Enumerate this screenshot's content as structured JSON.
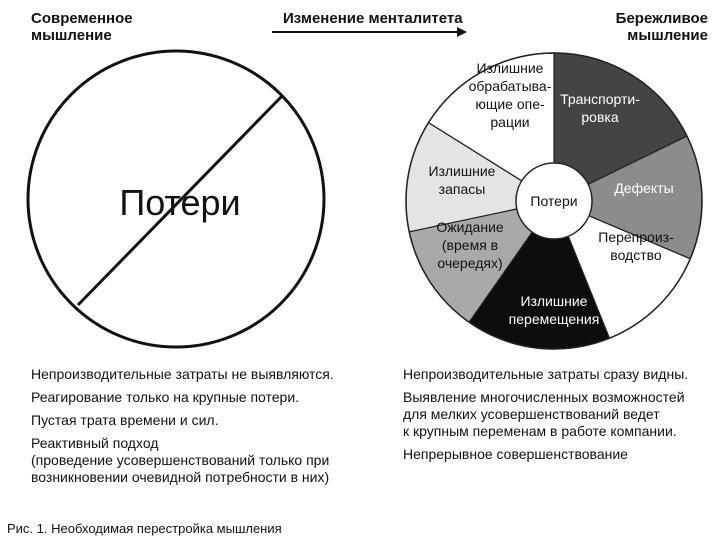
{
  "headers": {
    "left": [
      "Современное",
      "мышление"
    ],
    "center": "Изменение менталитета",
    "right": [
      "Бережливое",
      "мышление"
    ]
  },
  "left_circle_label": "Потери",
  "wheel": {
    "center_label": "Потери",
    "segments": [
      {
        "lines": [
          "Транспорти-",
          "ровка"
        ],
        "fill": "#444444",
        "text_color": "#ffffff"
      },
      {
        "lines": [
          "Дефекты"
        ],
        "fill": "#8c8c8c",
        "text_color": "#ffffff"
      },
      {
        "lines": [
          "Перепроиз-",
          "водство"
        ],
        "fill": "#ffffff",
        "text_color": "#111111"
      },
      {
        "lines": [
          "Излишние",
          "перемещения"
        ],
        "fill": "#0d0d0d",
        "text_color": "#ffffff"
      },
      {
        "lines": [
          "Ожидание",
          "(время в",
          "очередях)"
        ],
        "fill": "#a9a9a9",
        "text_color": "#111111"
      },
      {
        "lines": [
          "Излишние",
          "запасы"
        ],
        "fill": "#e4e4e4",
        "text_color": "#111111"
      },
      {
        "lines": [
          "Излишние",
          "обрабатыва-",
          "ющие опе-",
          "рации"
        ],
        "fill": "#ffffff",
        "text_color": "#111111"
      }
    ]
  },
  "left_items": [
    [
      "Непроизводительные затраты не выявляются."
    ],
    [
      "Реагирование только на крупные потери."
    ],
    [
      "Пустая трата времени и сил."
    ],
    [
      "Реактивный подход",
      "(проведение усовершенствований только при",
      "возникновении очевидной потребности в них)"
    ]
  ],
  "right_items": [
    [
      "Непроизводительные затраты сразу видны."
    ],
    [
      "Выявление многочисленных возможностей",
      "для мелких усовершенствований ведет",
      "к крупным переменам в работе компании."
    ],
    [
      "Непрерывное совершенствование"
    ]
  ],
  "caption": "Рис. 1. Необходимая перестройка мышления"
}
